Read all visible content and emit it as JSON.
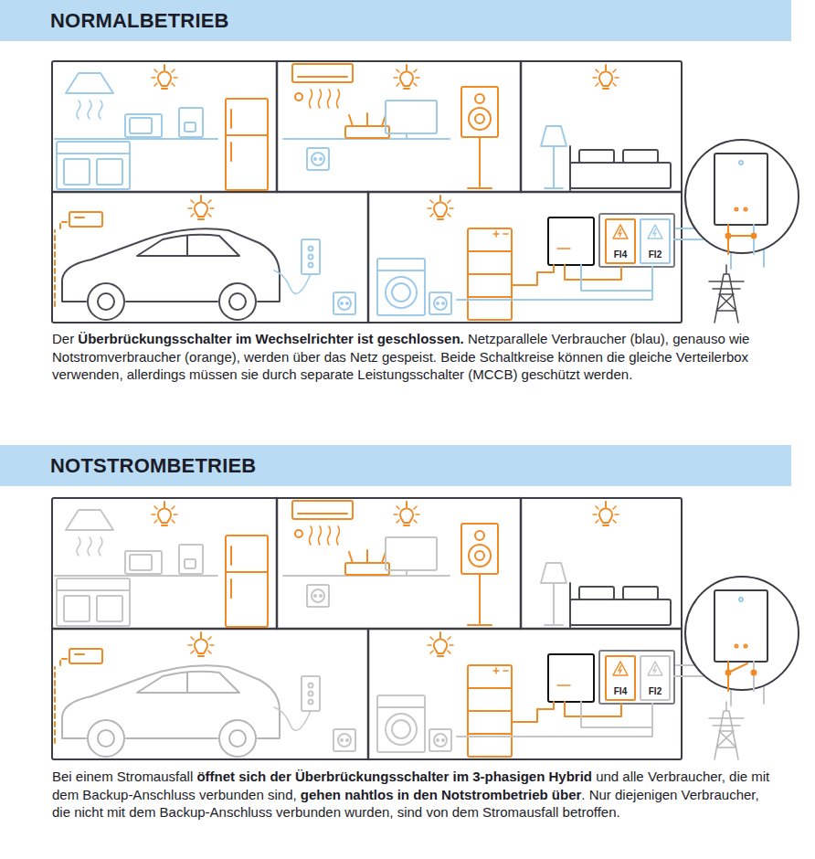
{
  "diagram": {
    "nodes": [
      {
        "text": [
          "NORMALBETRIEB"
        ]
      },
      {
        "text": [
          "FI4"
        ]
      },
      {
        "text": [
          "FI2"
        ]
      },
      {
        "text": [
          "NOTSTROMBETRIEB"
        ]
      },
      {
        "text": [
          "FI4"
        ]
      },
      {
        "text": [
          "FI2"
        ]
      }
    ],
    "labels": [
      "Der",
      "Überbrückungsschalter im Wechselrichter ist geschlossen.",
      "Netzparallele Verbraucher (blau), genauso wie Notstromverbraucher (orange), werden über das Netz gespeist. Beide Schaltkreise können die gleiche Verteilerbox verwenden, allerdings müssen sie durch separate Leistungsschalter (MCCB) geschützt werden.",
      "Bei einem Stromausfall",
      "öffnet sich der Überbrückungsschalter im 3-phasigen Hybrid",
      "und alle Verbraucher, die mit dem Backup-Anschluss verbunden sind,",
      "gehen nahtlos in den Notstrombetrieb über",
      ". Nur diejenigen Verbraucher, die nicht mit dem Backup-Anschluss verbunden wurden, sind von dem Stromausfall betroffen."
    ]
  }
}
